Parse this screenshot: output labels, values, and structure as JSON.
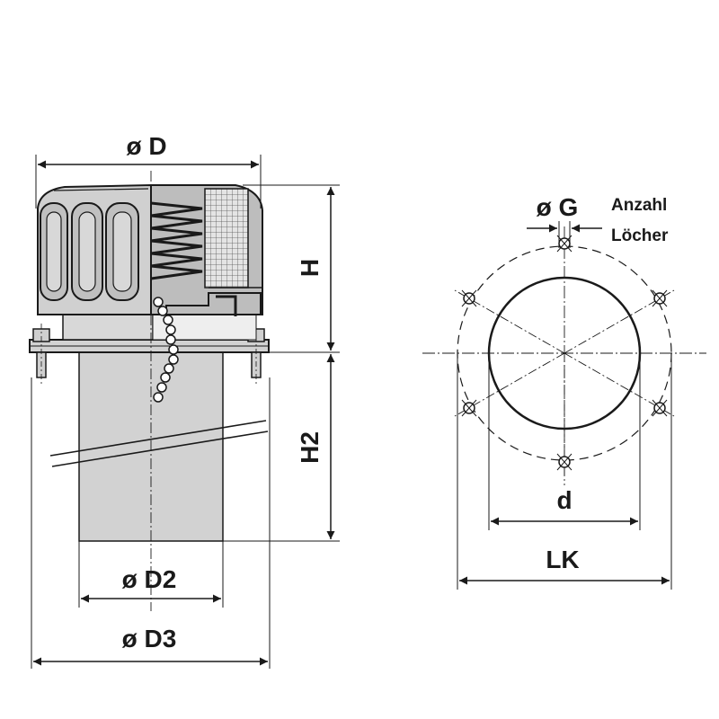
{
  "side_view": {
    "label_D": "ø D",
    "label_H": "H",
    "label_H2": "H2",
    "label_D2": "ø D2",
    "label_D3": "ø D3"
  },
  "flange_view": {
    "label_G": "ø G",
    "note_line1": "Anzahl",
    "note_line2": "Löcher",
    "label_d": "d",
    "label_LK": "LK"
  }
}
